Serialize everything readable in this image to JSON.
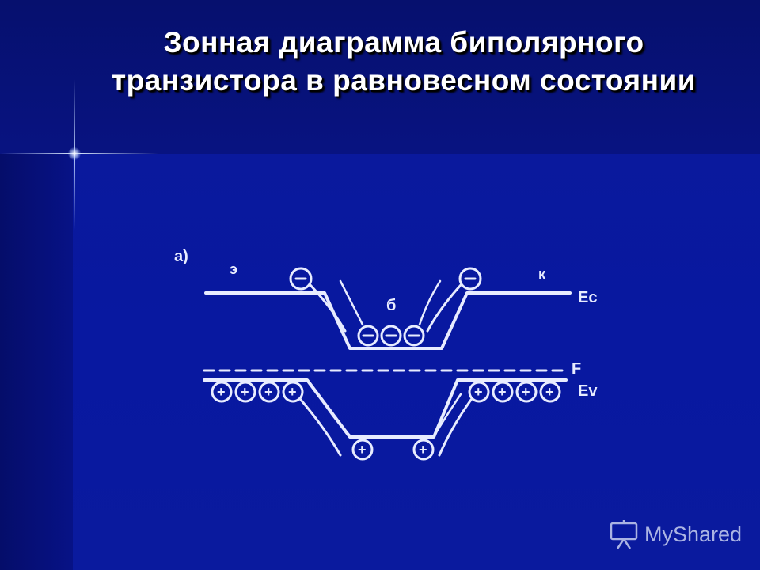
{
  "slide": {
    "title": "Зонная диаграмма биполярного транзистора в равновесном состоянии"
  },
  "diagram": {
    "panel_label": "а)",
    "region_left": "э",
    "region_base": "б",
    "region_right": "к",
    "label_ec": "Ec",
    "label_f": "F",
    "label_ev": "Ev",
    "electron_symbol": "−",
    "hole_symbol": "+"
  },
  "watermark": {
    "text": "MyShared"
  },
  "colors": {
    "background": "#0818a0",
    "title_band": "#06106e",
    "diagram_ink": "#e8ecff"
  }
}
